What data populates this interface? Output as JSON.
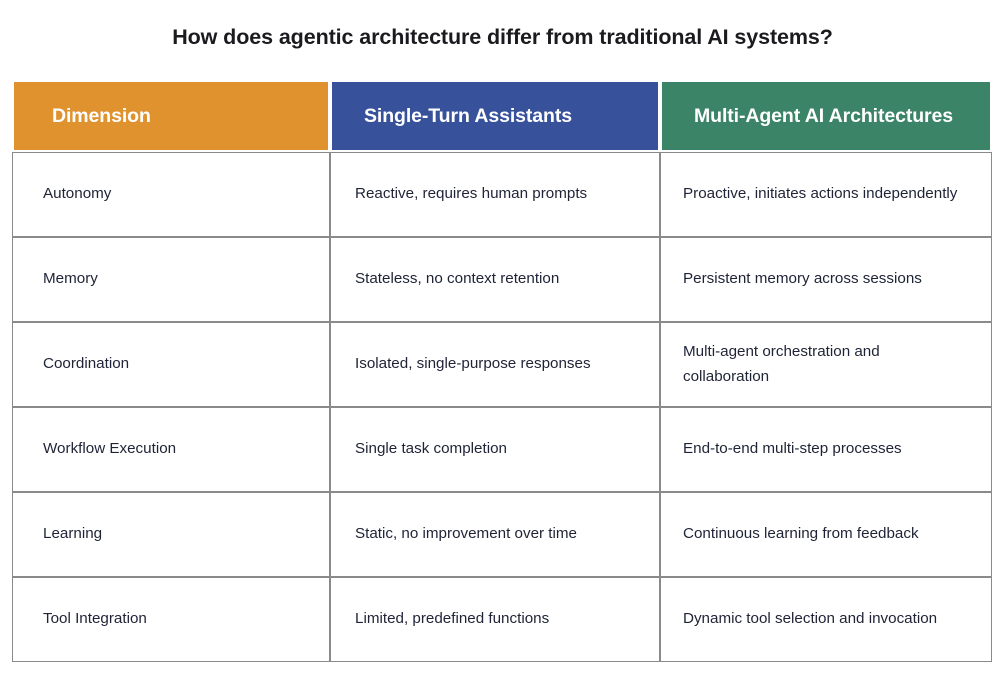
{
  "title": "How does agentic architecture differ from traditional AI systems?",
  "colors": {
    "header_dimension_bg": "#e0922f",
    "header_single_bg": "#37519b",
    "header_multi_bg": "#3c8468",
    "header_text": "#ffffff",
    "body_text": "#1f2336",
    "title_text": "#1b1b1f",
    "cell_border": "#8a8a8a",
    "page_bg": "#ffffff"
  },
  "table": {
    "columns": [
      {
        "label": "Dimension"
      },
      {
        "label": "Single-Turn Assistants"
      },
      {
        "label": "Multi-Agent AI Architectures"
      }
    ],
    "rows": [
      {
        "dimension": "Autonomy",
        "single_turn": "Reactive, requires human prompts",
        "multi_agent": "Proactive, initiates actions independently"
      },
      {
        "dimension": "Memory",
        "single_turn": "Stateless, no context retention",
        "multi_agent": "Persistent memory across sessions"
      },
      {
        "dimension": "Coordination",
        "single_turn": "Isolated, single-purpose responses",
        "multi_agent": "Multi-agent orchestration and collaboration"
      },
      {
        "dimension": "Workflow Execution",
        "single_turn": "Single task completion",
        "multi_agent": "End-to-end multi-step processes"
      },
      {
        "dimension": "Learning",
        "single_turn": "Static, no improvement over time",
        "multi_agent": "Continuous learning from feedback"
      },
      {
        "dimension": "Tool Integration",
        "single_turn": "Limited, predefined functions",
        "multi_agent": "Dynamic tool selection and invocation"
      }
    ]
  }
}
